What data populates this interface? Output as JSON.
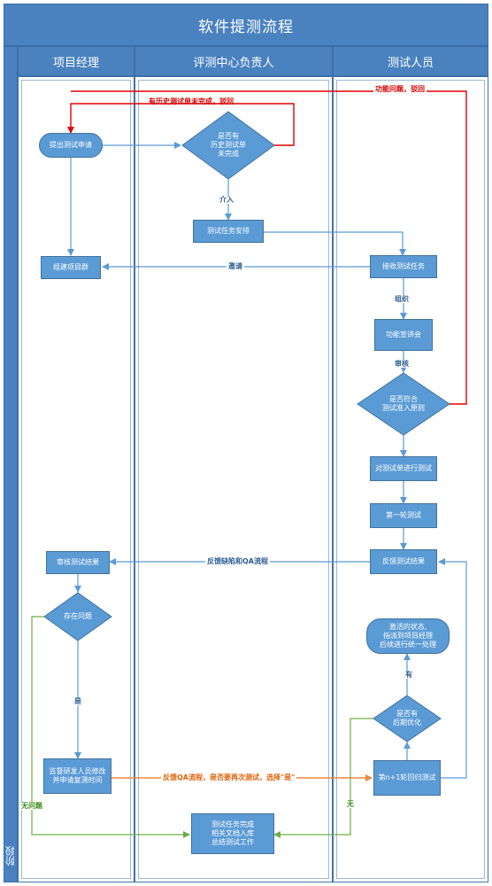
{
  "title": "软件提测流程",
  "phase_label": "阶段",
  "lanes": {
    "pm": "项目经理",
    "center": "评测中心负责人",
    "tester": "测试人员"
  },
  "nodes": {
    "submit": "提出测试申请",
    "history_check": "是否有\n历史测试单\n未完成",
    "arrange": "测试任务安排",
    "group": "组建项目群",
    "receive": "接收测试任务",
    "func_talk": "功能宣讲会",
    "criteria_check": "是否符合\n测试准入原则",
    "test_sheet": "对测试单进行测试",
    "round1": "第一轮测试",
    "feedback": "反馈测试结果",
    "review": "审核测试结果",
    "issues_check": "存在问题",
    "supervise": "监督研发人员修改\n并申请复测时间",
    "regression": "第n+1轮回归测试",
    "later_opt": "是否有\n后期优化",
    "activate": "激活的状态,\n指派到项目经理\n后续进行统一处理",
    "complete": "测试任务完成\n相关文档入库\n总结测试工作"
  },
  "edge_labels": {
    "history_reject": "有历史测试单未完成，驳回",
    "func_reject": "功能问题，驳回",
    "intervene": "介入",
    "invite": "邀请",
    "organize": "组织",
    "review": "审核",
    "feedback_qa": "反馈缺陷和QA流程",
    "yes": "是",
    "feedback_qa_retest": "反馈QA流程，是否要再次测试，选择\"是\"",
    "no_issue": "无问题",
    "has": "有",
    "none": "无"
  },
  "colors": {
    "header": "#4a82bf",
    "node": "#5b9bd5",
    "arrow_blue": "#5b9bd5",
    "arrow_red": "#e00000",
    "arrow_orange": "#e98a3b",
    "arrow_green": "#70ad47"
  }
}
